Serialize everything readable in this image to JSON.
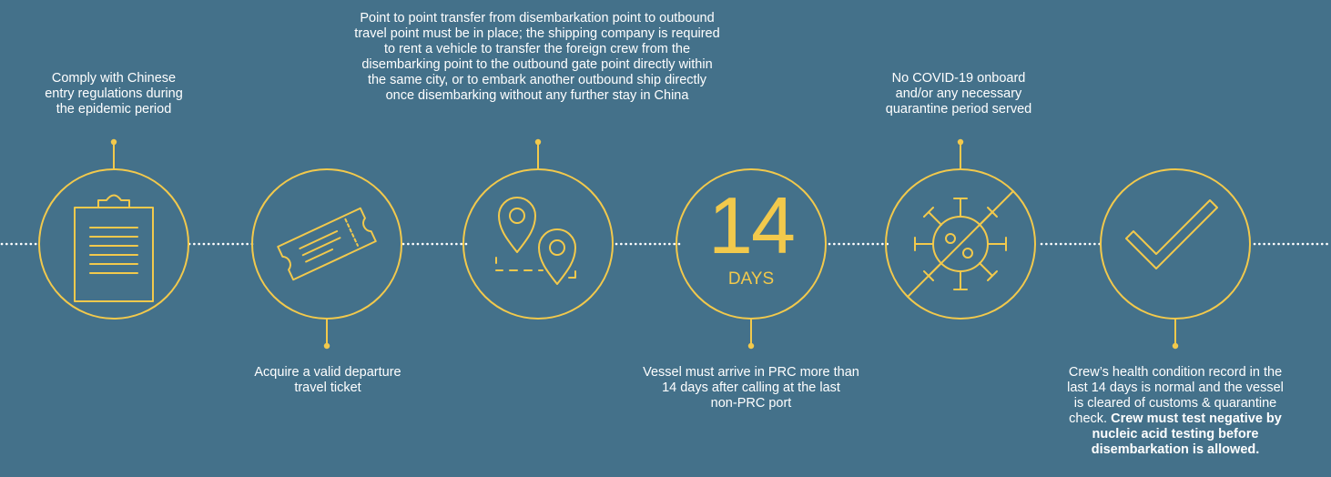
{
  "colors": {
    "background": "#44718a",
    "accent": "#f2c94c",
    "text": "#ffffff",
    "dotted_line": "#ffffff"
  },
  "steps": [
    {
      "icon": "clipboard-icon",
      "caption_position": "top",
      "lines": [
        "Comply with Chinese",
        "entry regulations during",
        "the epidemic period"
      ]
    },
    {
      "icon": "ticket-icon",
      "caption_position": "bottom",
      "lines": [
        "Acquire a valid departure",
        "travel ticket"
      ]
    },
    {
      "icon": "map-pins-route-icon",
      "caption_position": "top",
      "lines": [
        "Point to point transfer from disembarkation point to outbound",
        "travel point must be in place; the shipping company is required",
        "to rent a vehicle to transfer the foreign crew from the",
        "disembarking point to the outbound gate point directly within",
        "the same city, or to embark another outbound ship directly",
        "once disembarking without any further stay in China"
      ]
    },
    {
      "icon": "fourteen-days-badge",
      "caption_position": "bottom",
      "badge_number": "14",
      "badge_label": "DAYS",
      "lines": [
        "Vessel must arrive in PRC more than",
        "14 days after calling at the last",
        "non-PRC port"
      ]
    },
    {
      "icon": "no-virus-icon",
      "caption_position": "top",
      "lines": [
        "No COVID-19 onboard",
        "and/or any necessary",
        "quarantine period served"
      ]
    },
    {
      "icon": "checkmark-icon",
      "caption_position": "bottom",
      "lines": [
        "Crew’s health condition record in the",
        "last 14 days is normal and the vessel",
        "is cleared of customs & quarantine"
      ],
      "mixed_line_regular": "check. ",
      "mixed_line_bold": "Crew must test negative by",
      "bold_lines": [
        "nucleic acid testing before",
        "disembarkation is allowed."
      ]
    }
  ]
}
